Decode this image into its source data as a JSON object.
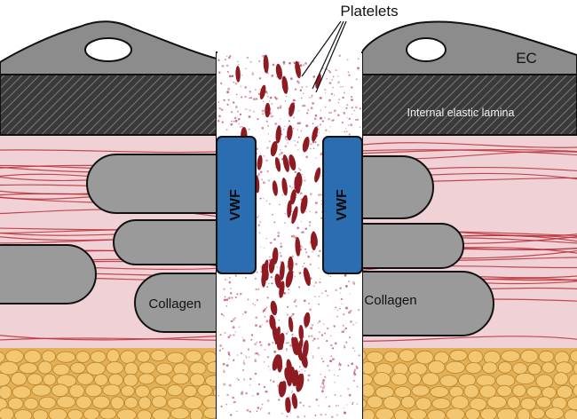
{
  "labels": {
    "platelets": "Platelets",
    "ec": "EC",
    "internal_elastic_lamina": "Internal elastic lamina",
    "vwf": "VWF",
    "collagen": "Collagen"
  },
  "colors": {
    "endothelial_cell": "#8c8c8c",
    "nucleus": "#ffffff",
    "lamina": "#3a3a3a",
    "media": "#f0d2d6",
    "fiber": "#b8303a",
    "collagen": "#9a9a9a",
    "adventitia": "#f3c672",
    "vwf": "#2a6db0",
    "platelet": "#8e1a22",
    "plasma_speckle": "#c0607a"
  }
}
